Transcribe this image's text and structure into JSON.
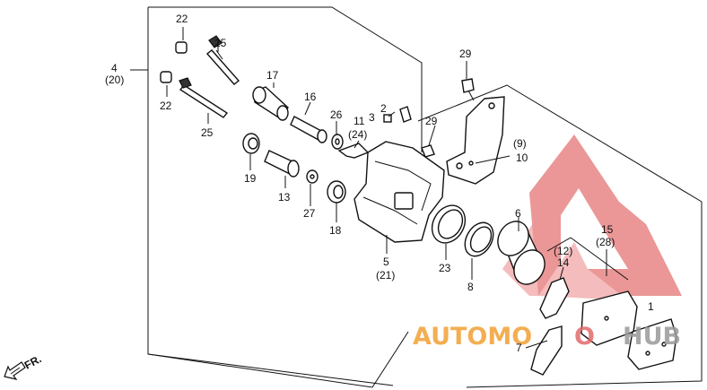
{
  "colors": {
    "ink": "#111111",
    "watermark_red": "#e88585",
    "watermark_text_red": "#e36b6b",
    "watermark_text_gray": "#9a9a9a",
    "watermark_accent": "#f2a640"
  },
  "labels": {
    "p22a": "22",
    "p25a": "25",
    "p4": "4",
    "p4s": "(20)",
    "p22b": "22",
    "p25b": "25",
    "p17": "17",
    "p16": "16",
    "p2": "2",
    "p3": "3",
    "p11": "11",
    "p24": "(24)",
    "p26": "26",
    "p19": "19",
    "p13": "13",
    "p27": "27",
    "p18": "18",
    "p29a": "29",
    "p29b": "29",
    "p9": "(9)",
    "p10": "10",
    "p5": "5",
    "p21": "(21)",
    "p23": "23",
    "p6": "6",
    "p8": "8",
    "p15": "15",
    "p28": "(28)",
    "p12": "(12)",
    "p14": "14",
    "p1": "1",
    "p7": "7"
  },
  "direction": {
    "text": "FR."
  },
  "watermark": {
    "part_a": "AUTOMO",
    "part_b": "O",
    "part_c": "HUB"
  }
}
